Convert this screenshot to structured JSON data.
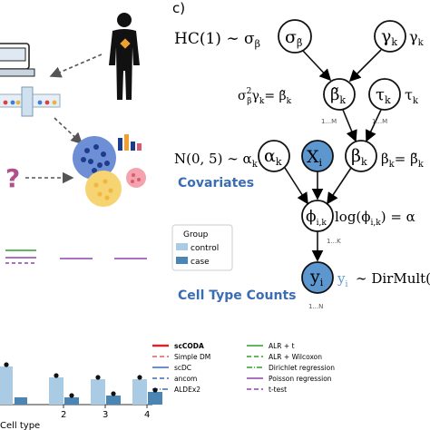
{
  "panel_label": "c)",
  "model": {
    "row1_left": "HC(1) ∼ σ",
    "row1_left_sub": "β",
    "node_sigma": "σ",
    "node_sigma_sub": "β̃",
    "node_gamma": "γ",
    "node_gamma_sub": "k",
    "gamma_right": "γ",
    "gamma_right_sub": "k",
    "row2_left": "σ",
    "row2_left_sup": "2",
    "row2_left_sub": "β",
    "row2_left_rest": "γ",
    "row2_left_rest_sub": "k",
    "row2_left_eq": "= β̃",
    "row2_left_eq_sub": "k",
    "node_beta_tilde": "β̃",
    "node_beta_tilde_sub": "k",
    "node_tau": "τ",
    "node_tau_sub": "k",
    "tau_right": "τ",
    "tau_right_sub": "k",
    "plate_1m_a": "1...M",
    "plate_1m_b": "1...M",
    "row3_left": "N(0, 5) ∼ α",
    "row3_left_sub": "k",
    "node_alpha": "α",
    "node_alpha_sub": "k",
    "node_x": "X",
    "node_x_sub": "i",
    "node_beta": "β",
    "node_beta_sub": "k",
    "beta_right": "β",
    "beta_right_sub": "k",
    "beta_eq": "= β̃",
    "beta_eq_sub": "k",
    "covariates_label": "Covariates",
    "node_phi": "ϕ",
    "node_phi_sub": "i,k",
    "phi_right": "log(ϕ",
    "phi_right_sub": "i,k",
    "phi_right_eq": ") = α",
    "plate_1k": "1...K",
    "node_y": "y",
    "node_y_sub": "i",
    "y_right": "y",
    "y_right_sub": "i",
    "y_dist": "∼ DirMult(",
    "plate_1n": "1...N",
    "cell_type_counts_label": "Cell Type Counts"
  },
  "panel_a": {
    "question_mark": "?"
  },
  "group_legend": {
    "title": "Group",
    "items": [
      {
        "label": "control",
        "color": "#a9cbe3"
      },
      {
        "label": "case",
        "color": "#4a85b4"
      }
    ]
  },
  "method_legend": {
    "left": [
      {
        "label": "scCODA",
        "color": "#d62728",
        "style": "solid",
        "bold": true
      },
      {
        "label": "Simple DM",
        "color": "#e0604e",
        "style": "dashed"
      },
      {
        "label": "scDC",
        "color": "#3b6db3",
        "style": "solid"
      },
      {
        "label": "ancom",
        "color": "#3b6db3",
        "style": "dashed"
      },
      {
        "label": "ALDEx2",
        "color": "#3b6db3",
        "style": "dashdot"
      }
    ],
    "right": [
      {
        "label": "ALR + t",
        "color": "#2ca02c",
        "style": "solid"
      },
      {
        "label": "ALR + Wilcoxon",
        "color": "#2ca02c",
        "style": "dashed"
      },
      {
        "label": "Dirichlet regression",
        "color": "#2ca02c",
        "style": "dashdot"
      },
      {
        "label": "Poisson regression",
        "color": "#8e44ad",
        "style": "solid"
      },
      {
        "label": "t-test",
        "color": "#8e44ad",
        "style": "dashed"
      }
    ]
  },
  "bar_chart": {
    "xlabel": "Cell type",
    "categories": [
      "2",
      "3",
      "4"
    ],
    "colors": {
      "control": "#a9cbe3",
      "case": "#4a85b4"
    }
  }
}
